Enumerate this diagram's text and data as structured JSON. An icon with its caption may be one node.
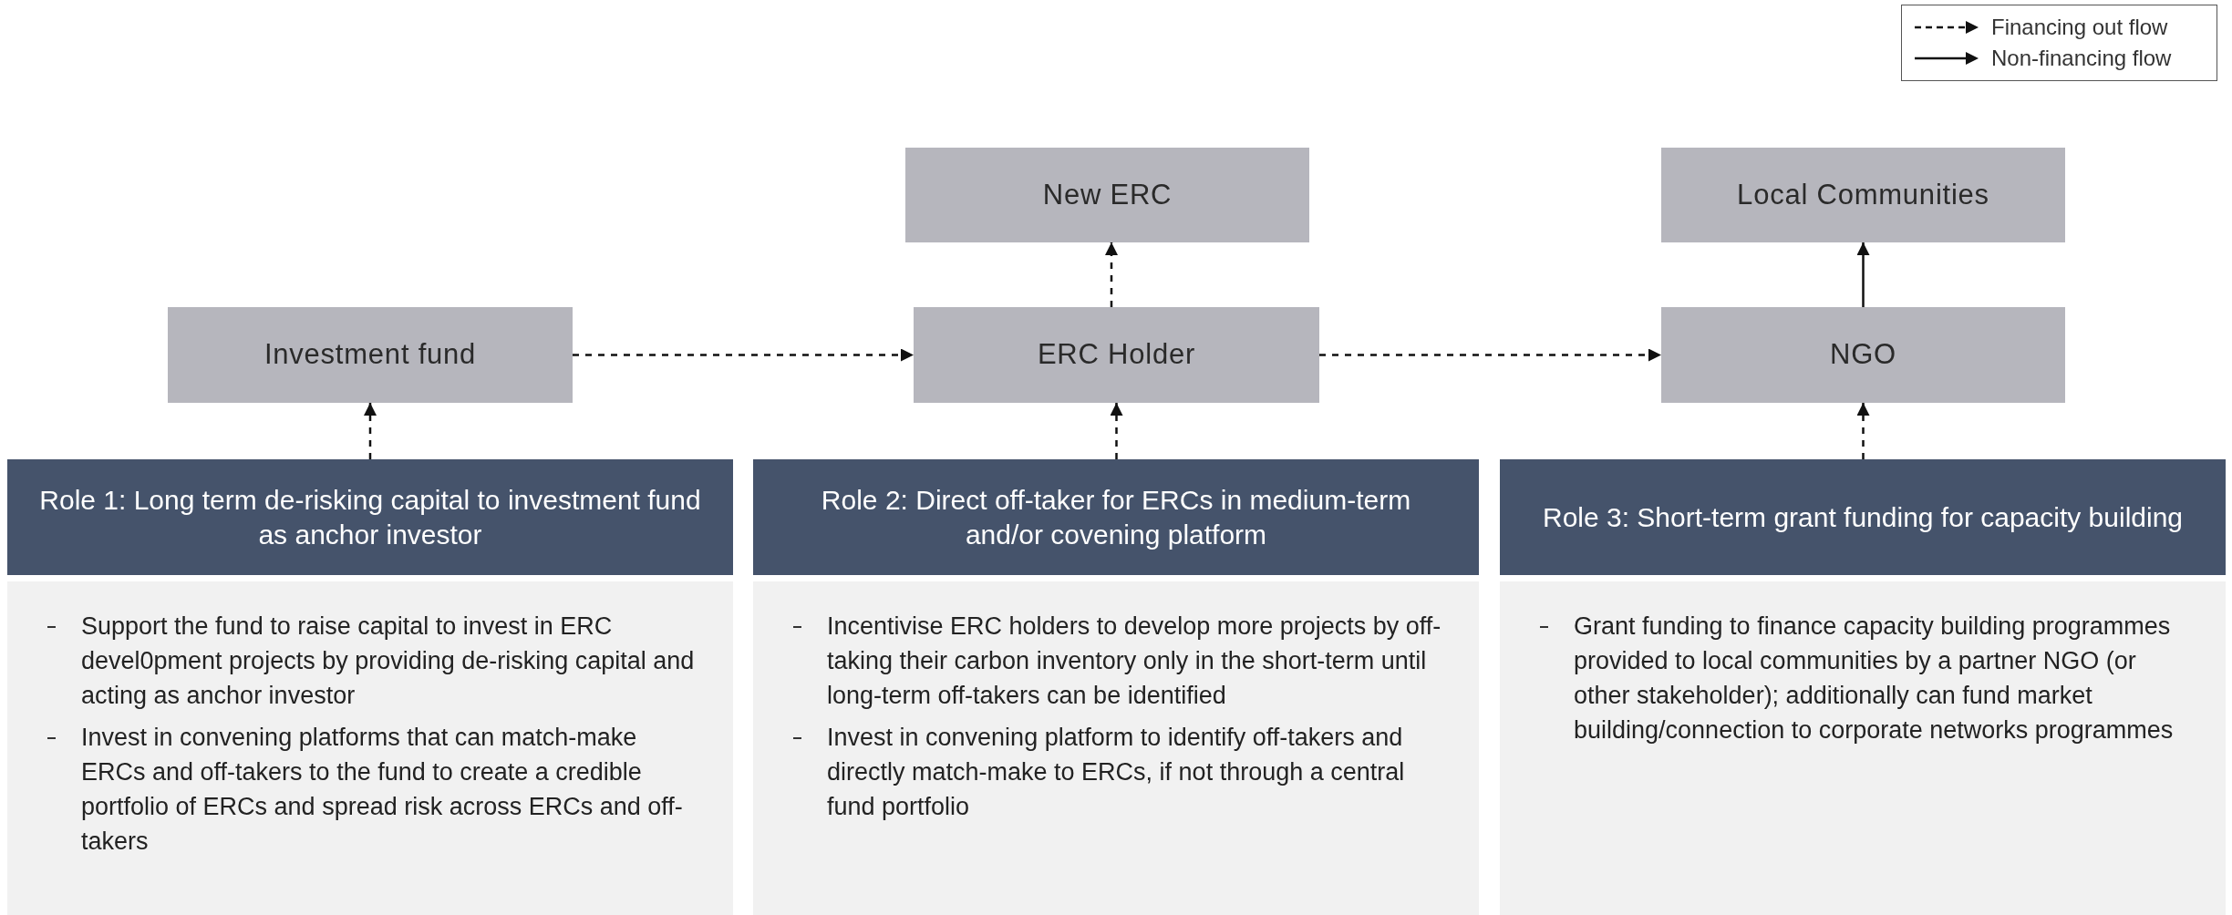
{
  "diagram": {
    "nodes": [
      {
        "text": [
          "New ERC"
        ]
      },
      {
        "text": [
          "Local Communities"
        ]
      },
      {
        "text": [
          "Investment fund"
        ]
      },
      {
        "text": [
          "ERC Holder"
        ]
      },
      {
        "text": [
          "NGO"
        ]
      },
      {
        "text": [
          "Role 1: Long term de-risking capital to investment fund as anchor investor"
        ]
      },
      {
        "text": [
          "Support the fund to raise capital to invest in ERC devel0pment projects by providing de-risking capital and acting as anchor investor",
          "Invest in convening platforms that can match-make ERCs and off-takers to the fund to create a credible portfolio of ERCs and spread risk across ERCs and off-takers"
        ]
      },
      {
        "text": [
          "Role 2: Direct off-taker for ERCs in medium-term and/or covening platform"
        ]
      },
      {
        "text": [
          "Incentivise ERC holders to develop more projects by off-taking their carbon inventory only in the short-term until long-term off-takers can be identified",
          "Invest in convening platform to identify off-takers and directly match-make to ERCs, if not through a central fund portfolio"
        ]
      },
      {
        "text": [
          "Role 3: Short-term grant funding for capacity building"
        ]
      },
      {
        "text": [
          "Grant funding to finance capacity building programmes provided to local communities by a partner NGO (or other stakeholder); additionally can fund market building/connection to corporate networks programmes"
        ]
      }
    ],
    "edges": [
      {
        "from": 5,
        "to": 2,
        "arrow": "to",
        "style": "dashed"
      },
      {
        "from": 2,
        "to": 3,
        "arrow": "to",
        "style": "dashed"
      },
      {
        "from": 3,
        "to": 0,
        "arrow": "to",
        "style": "dashed"
      },
      {
        "from": 3,
        "to": 4,
        "arrow": "to",
        "style": "dashed"
      },
      {
        "from": 7,
        "to": 3,
        "arrow": "to",
        "style": "dashed"
      },
      {
        "from": 9,
        "to": 4,
        "arrow": "to",
        "style": "dashed"
      },
      {
        "from": 4,
        "to": 1,
        "arrow": "to"
      }
    ],
    "legend": [
      {
        "text": "Financing out flow"
      },
      {
        "text": "Non-financing flow"
      }
    ]
  }
}
